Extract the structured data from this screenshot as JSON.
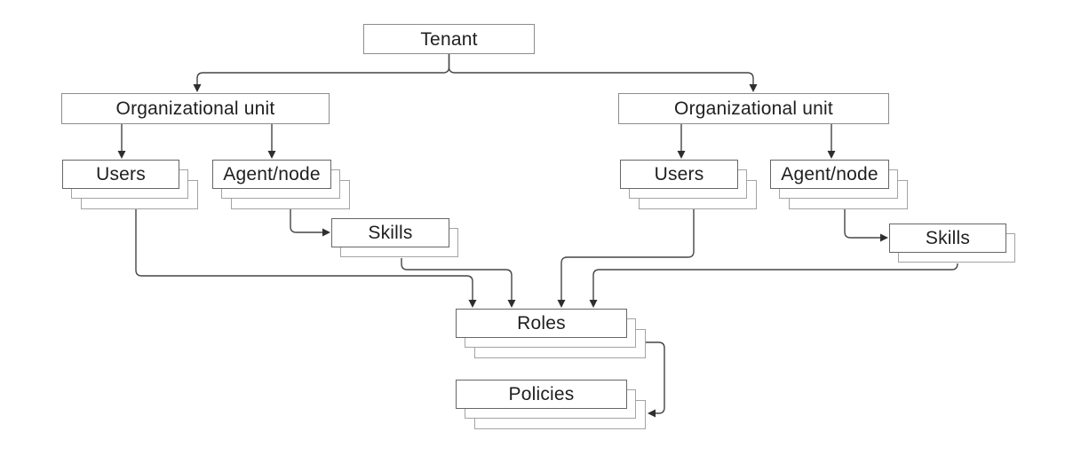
{
  "nodes": {
    "tenant": {
      "label": "Tenant"
    },
    "org_unit_left": {
      "label": "Organizational unit"
    },
    "org_unit_right": {
      "label": "Organizational unit"
    },
    "users_left": {
      "label": "Users"
    },
    "agent_node_left": {
      "label": "Agent/node"
    },
    "skills_left": {
      "label": "Skills"
    },
    "users_right": {
      "label": "Users"
    },
    "agent_node_right": {
      "label": "Agent/node"
    },
    "skills_right": {
      "label": "Skills"
    },
    "roles": {
      "label": "Roles"
    },
    "policies": {
      "label": "Policies"
    }
  },
  "edges": [
    {
      "from": "tenant",
      "to": "org_unit_left"
    },
    {
      "from": "tenant",
      "to": "org_unit_right"
    },
    {
      "from": "org_unit_left",
      "to": "users_left"
    },
    {
      "from": "org_unit_left",
      "to": "agent_node_left"
    },
    {
      "from": "org_unit_right",
      "to": "users_right"
    },
    {
      "from": "org_unit_right",
      "to": "agent_node_right"
    },
    {
      "from": "agent_node_left",
      "to": "skills_left"
    },
    {
      "from": "agent_node_right",
      "to": "skills_right"
    },
    {
      "from": "users_left",
      "to": "roles"
    },
    {
      "from": "skills_left",
      "to": "roles"
    },
    {
      "from": "users_right",
      "to": "roles"
    },
    {
      "from": "skills_right",
      "to": "roles"
    },
    {
      "from": "roles",
      "to": "policies"
    }
  ],
  "colors": {
    "background": "#ffffff",
    "single_box_border": "#8c8c8c",
    "stack_main_border": "#666666",
    "stack_layer_border": "#a3a3a3",
    "connector_line": "#454545",
    "arrowhead": "#2e2e2e",
    "text": "#1f1f1f"
  }
}
